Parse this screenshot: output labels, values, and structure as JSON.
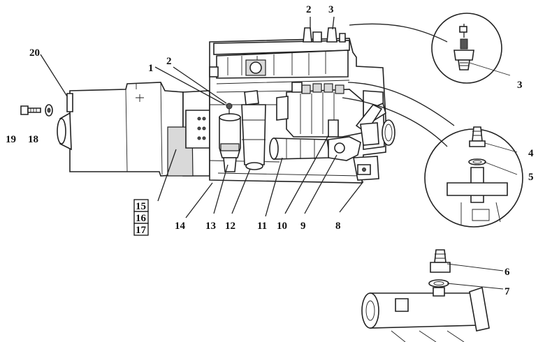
{
  "callouts": {
    "c1": "1",
    "c2a": "2",
    "c2b": "2",
    "c3a": "3",
    "c3b": "3",
    "c4": "4",
    "c5": "5",
    "c6": "6",
    "c7": "7",
    "c8": "8",
    "c9": "9",
    "c10": "10",
    "c11": "11",
    "c12": "12",
    "c13": "13",
    "c14": "14",
    "c15": "15",
    "c16": "16",
    "c17": "17",
    "c18": "18",
    "c19": "19",
    "c20": "20"
  }
}
